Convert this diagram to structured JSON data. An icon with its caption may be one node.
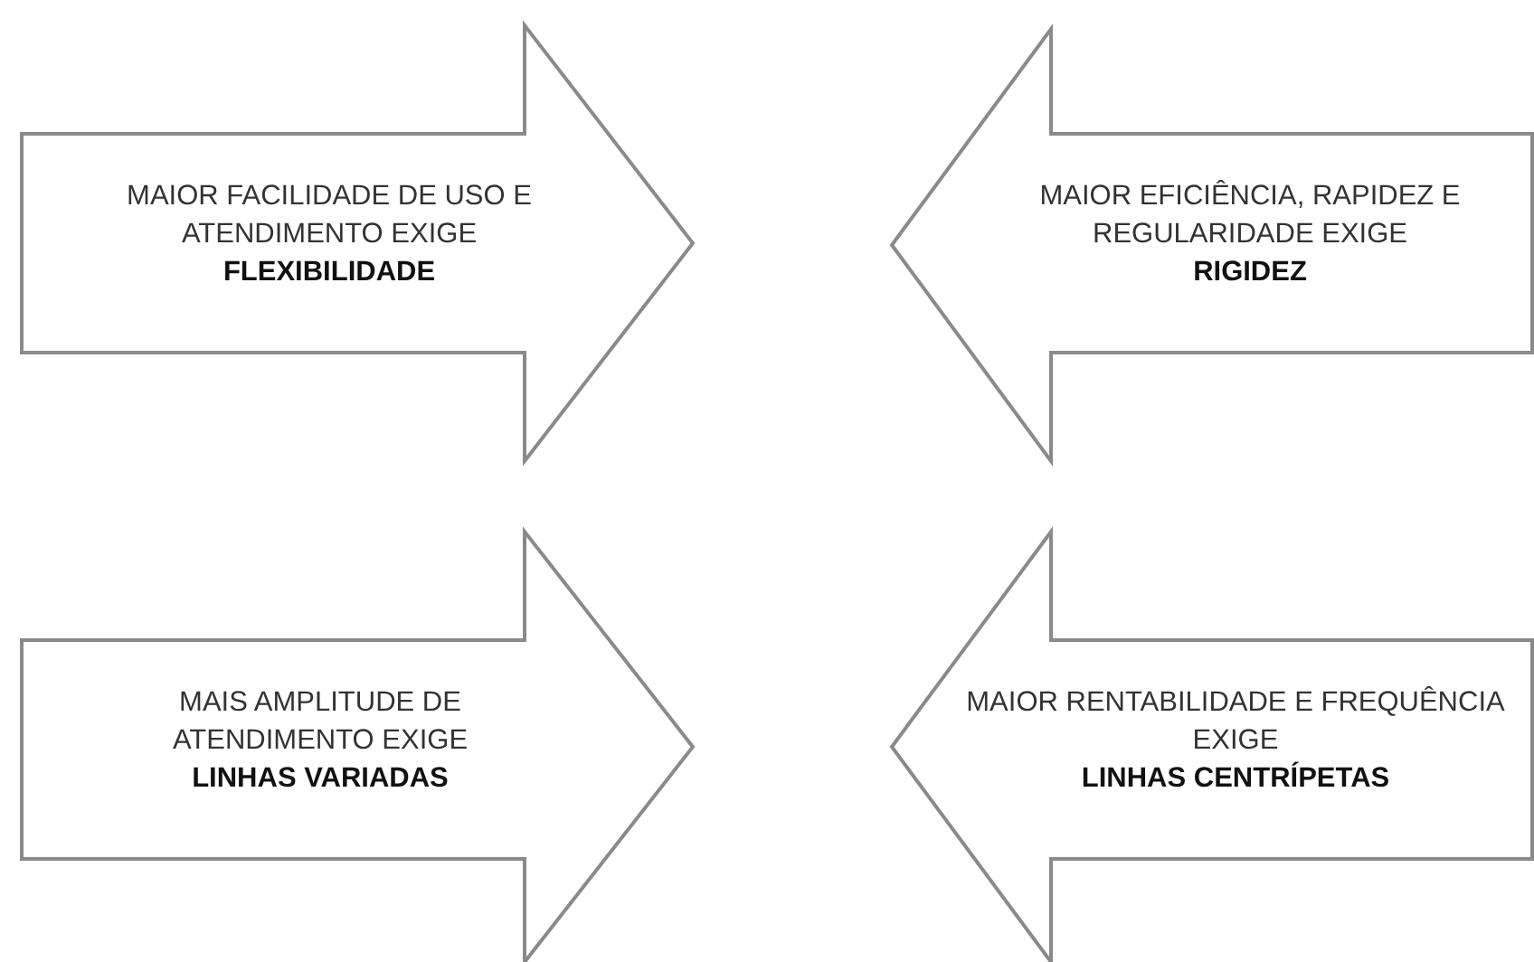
{
  "diagram": {
    "nodes": [
      {
        "text": [
          "MAIOR FACILIDADE DE USO E ATENDIMENTO EXIGE",
          "FLEXIBILIDADE"
        ]
      },
      {
        "text": [
          "MAIOR EFICIÊNCIA, RAPIDEZ E REGULARIDADE EXIGE",
          "RIGIDEZ"
        ]
      },
      {
        "text": [
          "MAIS AMPLITUDE DE ATENDIMENTO EXIGE",
          "LINHAS VARIADAS"
        ]
      },
      {
        "text": [
          "MAIOR RENTABILIDADE E FREQUÊNCIA EXIGE",
          "LINHAS CENTRÍPETAS"
        ]
      }
    ]
  }
}
